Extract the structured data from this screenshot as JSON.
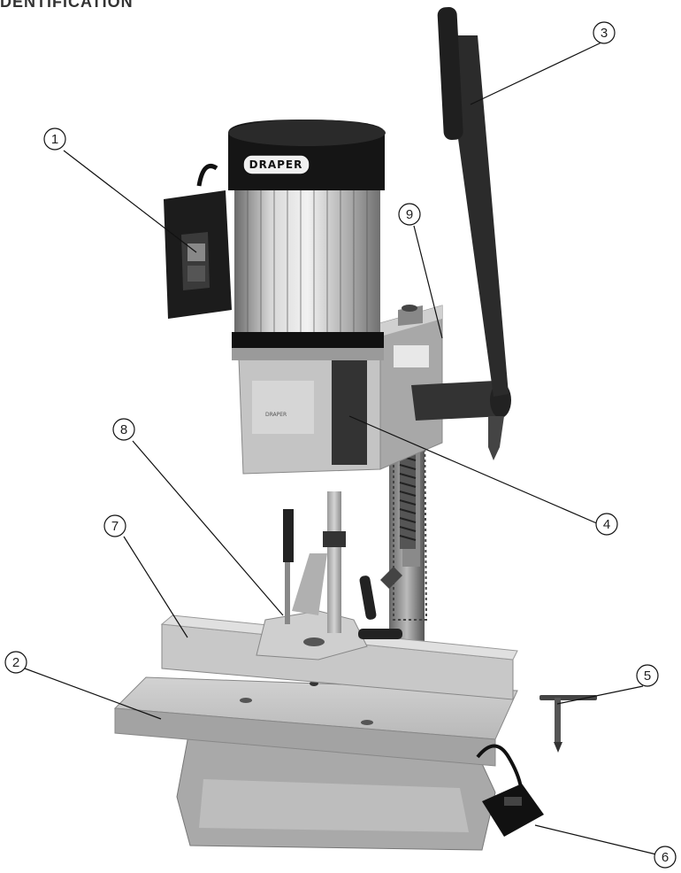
{
  "heading_fragment": "DENTIFICATION",
  "brand": "DRAPER",
  "plate_text": "DRAPER",
  "callouts": [
    {
      "number": "1"
    },
    {
      "number": "2"
    },
    {
      "number": "3"
    },
    {
      "number": "4"
    },
    {
      "number": "5"
    },
    {
      "number": "6"
    },
    {
      "number": "7"
    },
    {
      "number": "8"
    },
    {
      "number": "9"
    }
  ],
  "colors": {
    "line": "#111111",
    "background": "#ffffff"
  }
}
